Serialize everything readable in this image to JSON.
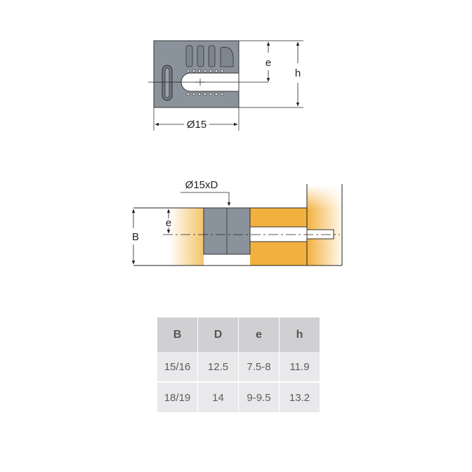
{
  "top_view": {
    "dim_diameter": "Ø15",
    "dim_e": "e",
    "dim_h": "h"
  },
  "side_view": {
    "dim_bore": "Ø15xD",
    "dim_e": "e",
    "dim_b": "B"
  },
  "table": {
    "headers": [
      "B",
      "D",
      "e",
      "h"
    ],
    "rows": [
      [
        "15/16",
        "12.5",
        "7.5-8",
        "11.9"
      ],
      [
        "18/19",
        "14",
        "9-9.5",
        "13.2"
      ]
    ]
  },
  "colors": {
    "part_gray": "#8a929b",
    "wood_orange": "#f0b44c",
    "line": "#222222"
  }
}
